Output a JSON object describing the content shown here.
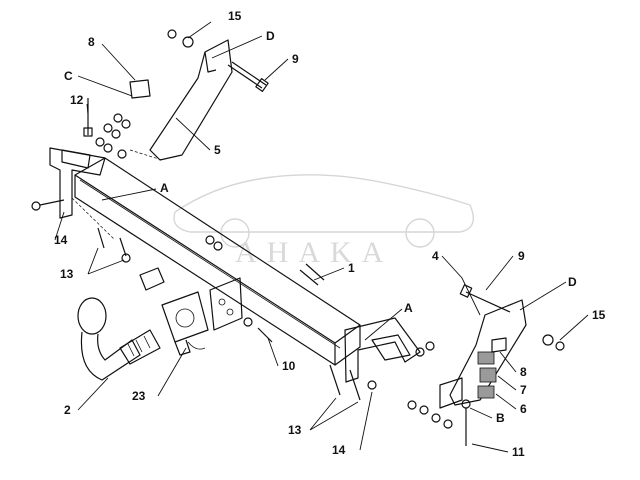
{
  "watermark": {
    "text": "AHAKA"
  },
  "callouts": [
    {
      "id": "c15a",
      "text": "15"
    },
    {
      "id": "c8a",
      "text": "8"
    },
    {
      "id": "cD1",
      "text": "D"
    },
    {
      "id": "c9a",
      "text": "9"
    },
    {
      "id": "cC",
      "text": "C"
    },
    {
      "id": "c12",
      "text": "12"
    },
    {
      "id": "c5",
      "text": "5"
    },
    {
      "id": "cA1",
      "text": "A"
    },
    {
      "id": "c14a",
      "text": "14"
    },
    {
      "id": "c13a",
      "text": "13"
    },
    {
      "id": "c1",
      "text": "1"
    },
    {
      "id": "c4",
      "text": "4"
    },
    {
      "id": "c9b",
      "text": "9"
    },
    {
      "id": "cD2",
      "text": "D"
    },
    {
      "id": "c15b",
      "text": "15"
    },
    {
      "id": "cA2",
      "text": "A"
    },
    {
      "id": "c10",
      "text": "10"
    },
    {
      "id": "c23",
      "text": "23"
    },
    {
      "id": "c2",
      "text": "2"
    },
    {
      "id": "c8b",
      "text": "8"
    },
    {
      "id": "c7",
      "text": "7"
    },
    {
      "id": "c6",
      "text": "6"
    },
    {
      "id": "cB",
      "text": "B"
    },
    {
      "id": "c13b",
      "text": "13"
    },
    {
      "id": "c14b",
      "text": "14"
    },
    {
      "id": "c11",
      "text": "11"
    }
  ]
}
